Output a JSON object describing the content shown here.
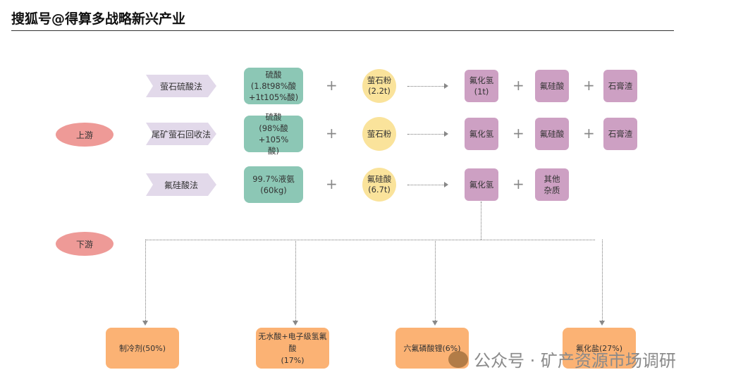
{
  "header": {
    "title": "搜狐号@得算多战略新兴产业"
  },
  "stages": {
    "upstream": "上游",
    "downstream": "下游"
  },
  "rows": [
    {
      "method": "萤石硫酸法",
      "reagent": "硫酸\n(1.8t98%酸\n+1t105%酸)",
      "input": "萤石粉\n(2.2t)",
      "products": [
        "氟化氢\n(1t)",
        "氟硅酸",
        "石膏渣"
      ]
    },
    {
      "method": "尾矿萤石回收法",
      "reagent": "硫酸\n(98%酸+105%\n酸)",
      "input": "萤石粉",
      "products": [
        "氟化氢",
        "氟硅酸",
        "石膏渣"
      ]
    },
    {
      "method": "氟硅酸法",
      "reagent": "99.7%液氨\n(60kg)",
      "input": "氟硅酸\n(6.7t)",
      "products": [
        "氟化氢",
        "其他\n杂质"
      ]
    }
  ],
  "plus": "+",
  "downstream": [
    {
      "label": "制冷剂(50%)"
    },
    {
      "label": "无水酸+电子级氢氟酸\n(17%)"
    },
    {
      "label": "六氟磷酸锂(6%)"
    },
    {
      "label": "氟化盐(27%)"
    }
  ],
  "watermark": "公众号 · 矿产资源市场调研"
}
